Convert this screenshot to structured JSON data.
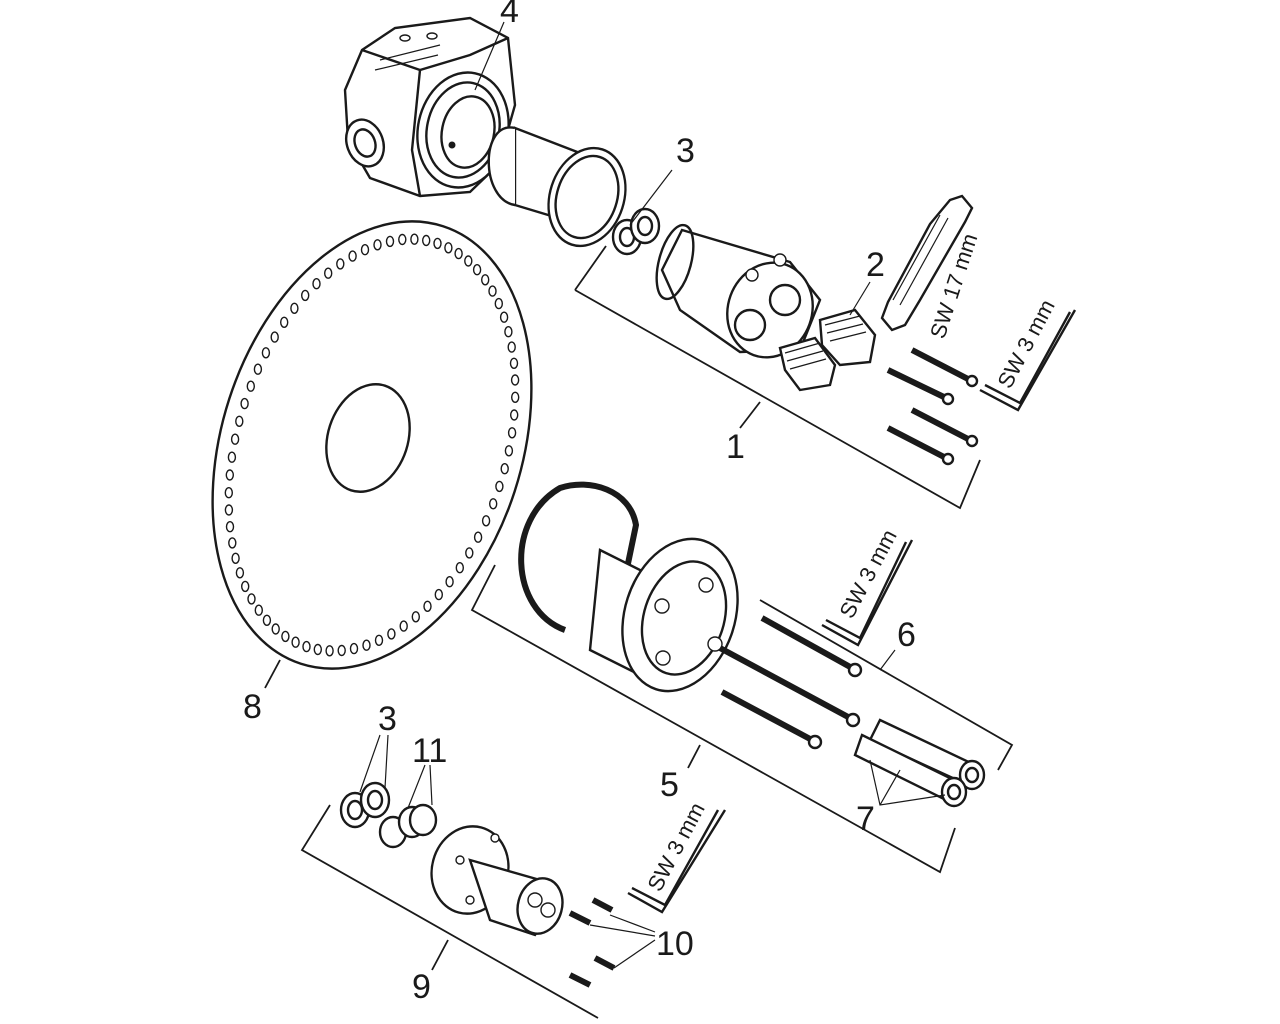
{
  "callouts": {
    "c1": "1",
    "c2": "2",
    "c3a": "3",
    "c3b": "3",
    "c4": "4",
    "c5": "5",
    "c6": "6",
    "c7": "7",
    "c8": "8",
    "c9": "9",
    "c10": "10",
    "c11": "11"
  },
  "tools": {
    "wrench": "SW 17 mm",
    "hex_key_1": "SW 3 mm",
    "hex_key_2": "SW 3 mm",
    "hex_key_3": "SW 3 mm"
  }
}
